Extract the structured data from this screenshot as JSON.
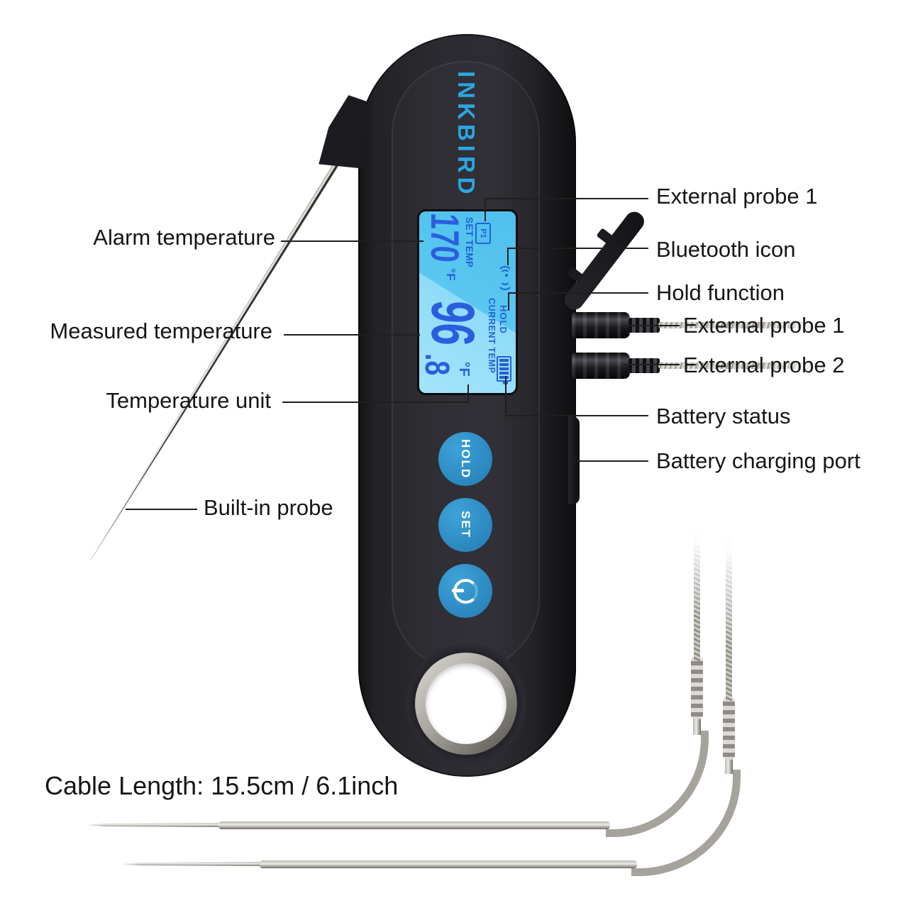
{
  "device": {
    "brand": "INKBIRD",
    "lcd": {
      "probe_indicator": "P1",
      "set_temp_label": "SET TEMP",
      "set_temp_value": "170",
      "set_temp_unit": "°F",
      "hold_indicator": "HOLD",
      "current_temp_label": "CURRENT TEMP",
      "current_temp_value": "96",
      "current_temp_decimal": ".8",
      "current_temp_unit": "°F",
      "icons": [
        "bluetooth-icon",
        "battery-icon"
      ]
    },
    "buttons": {
      "hold": "HOLD",
      "set": "SET",
      "power": "power-icon"
    }
  },
  "annotations": {
    "left": {
      "alarm_temperature": "Alarm temperature",
      "measured_temperature": "Measured temperature",
      "temperature_unit": "Temperature unit",
      "built_in_probe": "Built-in probe"
    },
    "right": {
      "external_probe_1_display": "External probe 1",
      "bluetooth_icon": "Bluetooth icon",
      "hold_function": "Hold function",
      "external_probe_1_jack": "External probe 1",
      "external_probe_2_jack": "External probe 2",
      "battery_status": "Battery status",
      "battery_charging_port": "Battery charging port"
    },
    "footnote": "Cable Length: 15.5cm / 6.1inch"
  },
  "colors": {
    "brand_blue": "#2aa7e1",
    "button_blue": "#2a85bd",
    "lcd_background": "#59c7f0",
    "lcd_segment_blue": "#2b5ede",
    "body_black": "#2b2b31"
  }
}
